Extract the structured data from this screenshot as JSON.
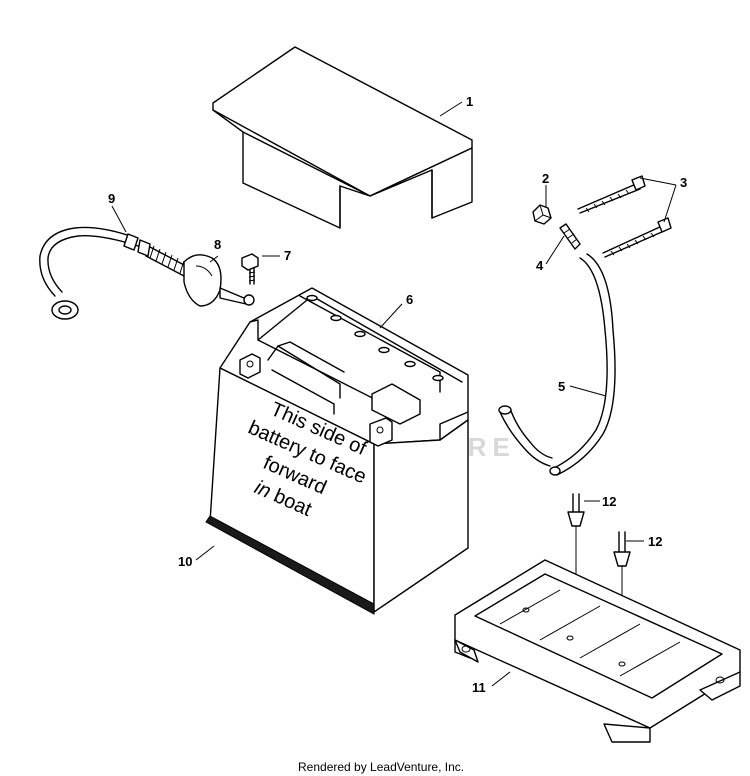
{
  "diagram": {
    "callouts": [
      {
        "id": "1",
        "label": "1"
      },
      {
        "id": "2",
        "label": "2"
      },
      {
        "id": "3",
        "label": "3"
      },
      {
        "id": "4",
        "label": "4"
      },
      {
        "id": "5",
        "label": "5"
      },
      {
        "id": "6",
        "label": "6"
      },
      {
        "id": "7",
        "label": "7"
      },
      {
        "id": "8",
        "label": "8"
      },
      {
        "id": "9",
        "label": "9"
      },
      {
        "id": "10",
        "label": "10"
      },
      {
        "id": "11",
        "label": "11"
      },
      {
        "id": "12a",
        "label": "12"
      },
      {
        "id": "12b",
        "label": "12"
      }
    ],
    "battery_decal": {
      "line1": "This side of",
      "line2": "battery to face",
      "line3": "forward",
      "line4_italic": "in",
      "line4_rest": " boat"
    },
    "watermark": "ADVENTURE",
    "footer": "Rendered by LeadVenture, Inc."
  }
}
